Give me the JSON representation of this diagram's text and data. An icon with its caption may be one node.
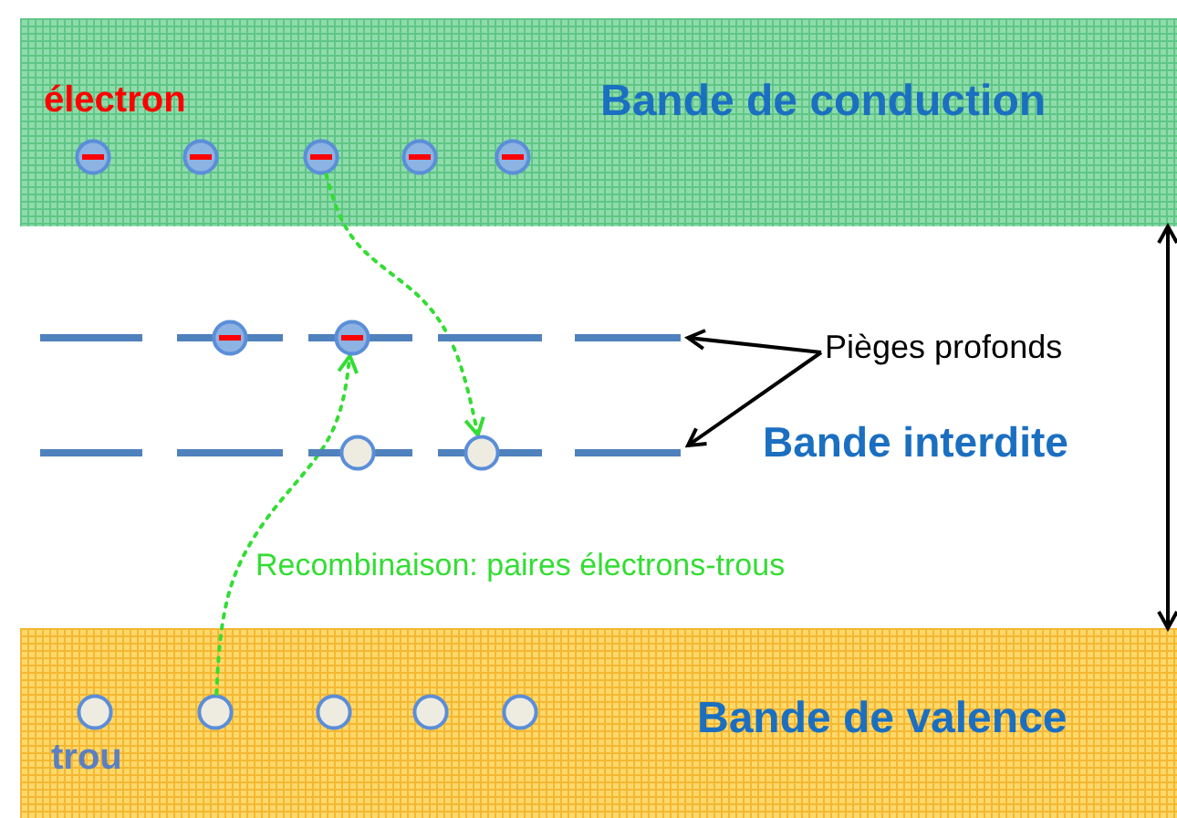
{
  "diagram": {
    "nodes": [
      {
        "text": [
          "Bande de conduction"
        ]
      },
      {
        "text": [],
        "shape": "circle",
        "in": 0
      },
      {
        "text": [],
        "shape": "circle",
        "in": 0
      },
      {
        "text": [],
        "shape": "circle",
        "in": 0
      },
      {
        "text": [],
        "shape": "circle",
        "in": 0
      },
      {
        "text": [],
        "shape": "circle",
        "in": 0
      },
      {
        "text": [],
        "shape": "bar"
      },
      {
        "text": [],
        "shape": "bar"
      },
      {
        "text": [],
        "shape": "circle"
      },
      {
        "text": [],
        "shape": "circle"
      },
      {
        "text": [],
        "shape": "circle"
      },
      {
        "text": [],
        "shape": "circle"
      },
      {
        "text": [
          "Pièges profonds"
        ]
      },
      {
        "text": [
          "Bande de valence"
        ]
      },
      {
        "text": [],
        "shape": "circle",
        "in": 13
      },
      {
        "text": [],
        "shape": "circle",
        "in": 13
      },
      {
        "text": [],
        "shape": "circle",
        "in": 13
      },
      {
        "text": [],
        "shape": "circle",
        "in": 13
      },
      {
        "text": [],
        "shape": "circle",
        "in": 13
      }
    ],
    "edges": [
      {
        "from": 12,
        "to": 6,
        "arrow": "to"
      },
      {
        "from": 12,
        "to": 7,
        "arrow": "to"
      },
      {
        "from": 3,
        "to": 11,
        "arrow": "to",
        "style": "dashed",
        "color": "#33dd33"
      },
      {
        "from": 15,
        "to": 9,
        "arrow": "to",
        "style": "dashed",
        "color": "#33dd33"
      },
      {
        "from": 0,
        "to": 13,
        "arrow": "both"
      }
    ],
    "labels": [
      "électron",
      "Bande interdite",
      "Recombinaison: paires électrons-trous",
      "trou"
    ]
  }
}
